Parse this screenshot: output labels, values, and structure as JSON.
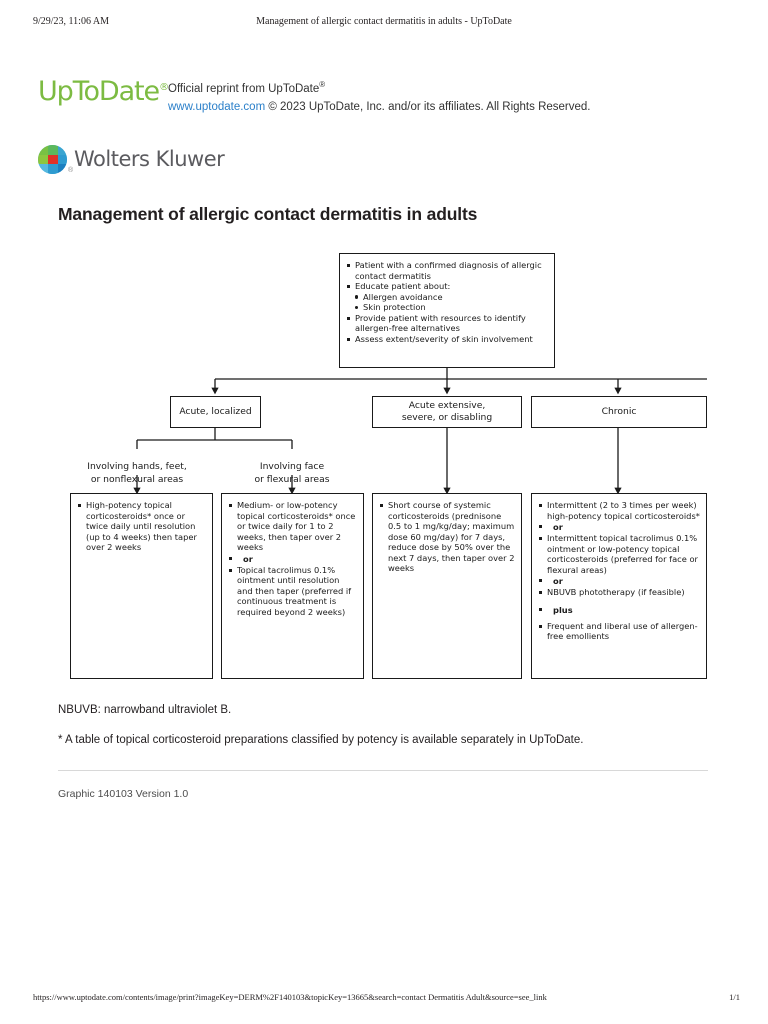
{
  "print_header": {
    "timestamp": "9/29/23, 11:06 AM",
    "document_title": "Management of allergic contact dermatitis in adults - UpToDate"
  },
  "branding": {
    "uptodate_logo_text": "UpToDate",
    "uptodate_registered_mark": "®",
    "reprint_line1": "Official reprint from UpToDate",
    "reprint_line1_sup": "®",
    "reprint_link": "www.uptodate.com",
    "reprint_line2_rest": " © 2023 UpToDate, Inc. and/or its affiliates. All Rights Reserved.",
    "wolters_kluwer_text": "Wolters Kluwer",
    "wolters_kluwer_registered_mark": "®",
    "link_color": "#2a7fc9",
    "logo_green": "#7cbb42"
  },
  "page_title": "Management of allergic contact dermatitis in adults",
  "chart_data": {
    "type": "flowchart",
    "title": "Management of allergic contact dermatitis in adults",
    "nodes": {
      "root": {
        "id": "root",
        "items": [
          {
            "level": 1,
            "text": "Patient with a confirmed diagnosis of allergic contact dermatitis"
          },
          {
            "level": 1,
            "text": "Educate patient about:"
          },
          {
            "level": 2,
            "text": "Allergen avoidance"
          },
          {
            "level": 2,
            "text": "Skin protection"
          },
          {
            "level": 1,
            "text": "Provide patient with resources to identify allergen-free alternatives"
          },
          {
            "level": 1,
            "text": "Assess extent/severity of skin involvement"
          }
        ]
      },
      "acute_localized": {
        "id": "acute-localized",
        "label": "Acute, localized"
      },
      "acute_extensive": {
        "id": "acute-extensive",
        "label": "Acute extensive,\nsevere, or disabling"
      },
      "chronic": {
        "id": "chronic",
        "label": "Chronic"
      },
      "branch_hands": {
        "id": "branch-hands-feet",
        "label": "Involving hands, feet,\nor nonflexural areas"
      },
      "branch_face": {
        "id": "branch-face-flexural",
        "label": "Involving face\nor flexural areas"
      },
      "tx_hands": {
        "id": "treatment-hands-feet",
        "items": [
          {
            "level": 1,
            "text": "High-potency topical corticosteroids* once or twice daily until resolution (up to 4 weeks) then taper over 2 weeks"
          }
        ]
      },
      "tx_face": {
        "id": "treatment-face-flexural",
        "items": [
          {
            "level": 1,
            "text": "Medium- or low-potency topical corticosteroids* once or twice daily for 1 to 2 weeks, then taper over 2 weeks"
          },
          {
            "level": 0,
            "text": "or"
          },
          {
            "level": 1,
            "text": "Topical tacrolimus 0.1% ointment until resolution and then taper (preferred if continuous treatment is required beyond 2 weeks)"
          }
        ]
      },
      "tx_extensive": {
        "id": "treatment-acute-extensive",
        "items": [
          {
            "level": 1,
            "text": "Short course of systemic corticosteroids (prednisone 0.5 to 1 mg/kg/day; maximum dose 60 mg/day) for 7 days, reduce dose by 50% over the next 7 days, then taper over 2 weeks"
          }
        ]
      },
      "tx_chronic": {
        "id": "treatment-chronic",
        "items": [
          {
            "level": 1,
            "text": "Intermittent (2 to 3 times per week) high-potency topical corticosteroids*"
          },
          {
            "level": 0,
            "text": "or"
          },
          {
            "level": 1,
            "text": "Intermittent topical tacrolimus 0.1% ointment or low-potency topical corticosteroids (preferred for face or flexural areas)"
          },
          {
            "level": 0,
            "text": "or"
          },
          {
            "level": 1,
            "text": "NBUVB phototherapy (if feasible)"
          },
          {
            "level": 0,
            "text": "plus",
            "spaced": true
          },
          {
            "level": 1,
            "text": "Frequent and liberal use of allergen-free emollients"
          }
        ]
      }
    },
    "edges": [
      {
        "from": "root",
        "to": "acute_localized"
      },
      {
        "from": "root",
        "to": "acute_extensive"
      },
      {
        "from": "root",
        "to": "chronic"
      },
      {
        "from": "acute_localized",
        "to": "branch_hands"
      },
      {
        "from": "acute_localized",
        "to": "branch_face"
      },
      {
        "from": "branch_hands",
        "to": "tx_hands"
      },
      {
        "from": "branch_face",
        "to": "tx_face"
      },
      {
        "from": "acute_extensive",
        "to": "tx_extensive"
      },
      {
        "from": "chronic",
        "to": "tx_chronic"
      }
    ]
  },
  "notes": {
    "abbreviation": "NBUVB: narrowband ultraviolet B.",
    "footnote": "* A table of topical corticosteroid preparations classified by potency is available separately in UpToDate.",
    "graphic_id": "Graphic 140103 Version 1.0"
  },
  "print_footer": {
    "url": "https://www.uptodate.com/contents/image/print?imageKey=DERM%2F140103&topicKey=13665&search=contact Dermatitis Adult&source=see_link",
    "page_number": "1/1"
  }
}
